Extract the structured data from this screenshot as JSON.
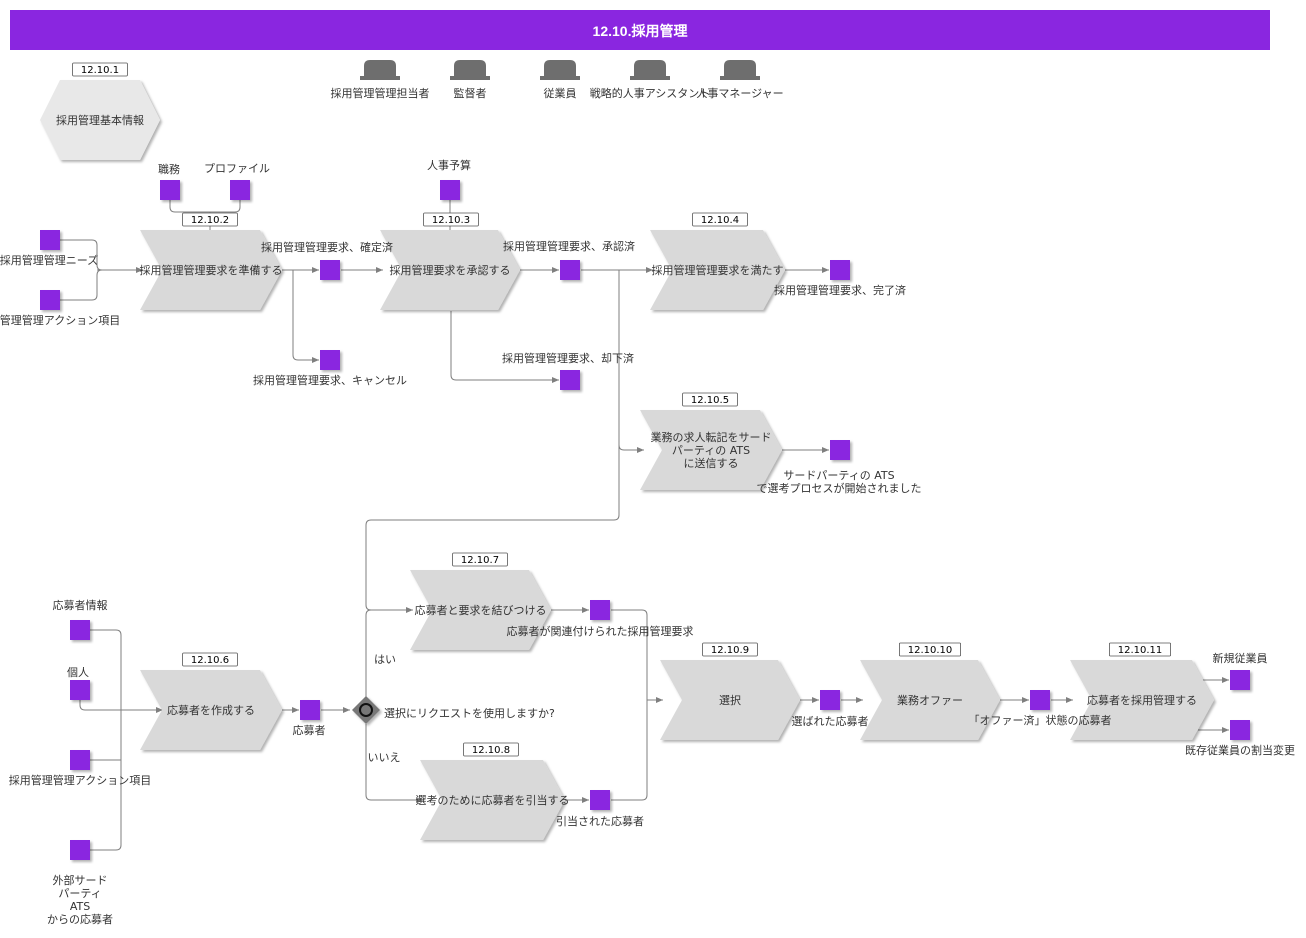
{
  "header": {
    "title": "12.10.採用管理"
  },
  "colors": {
    "header": "#8a26e0",
    "data_object": "#8a26e0",
    "process": "#d9d9d9",
    "hexagon": "#e8e8e8",
    "role": "#6e6e6e",
    "connector": "#7f7f7f"
  },
  "roles": [
    "採用管理管理担当者",
    "監督者",
    "従業員",
    "戦略的人事アシスタント",
    "人事マネージャー"
  ],
  "info": {
    "id": "12.10.1",
    "label": "採用管理基本情報"
  },
  "processes": [
    {
      "id": "12.10.2",
      "label": "採用管理管理要求を準備する"
    },
    {
      "id": "12.10.3",
      "label": "採用管理要求を承認する"
    },
    {
      "id": "12.10.4",
      "label": "採用管理管理要求を満たす"
    },
    {
      "id": "12.10.5",
      "label": "業務の求人転記をサードパーティの ATSに送信する",
      "lines": [
        "業務の求人転記をサード",
        "パーティの ATS",
        "に送信する"
      ]
    },
    {
      "id": "12.10.6",
      "label": "応募者を作成する"
    },
    {
      "id": "12.10.7",
      "label": "応募者と要求を結びつける"
    },
    {
      "id": "12.10.8",
      "label": "選考のために応募者を引当する"
    },
    {
      "id": "12.10.9",
      "label": "選択"
    },
    {
      "id": "12.10.10",
      "label": "業務オファー"
    },
    {
      "id": "12.10.11",
      "label": "応募者を採用管理する"
    }
  ],
  "data_objects": [
    {
      "key": "shokumu",
      "label": "職務"
    },
    {
      "key": "profile",
      "label": "プロファイル"
    },
    {
      "key": "budget",
      "label": "人事予算"
    },
    {
      "key": "needs",
      "label": "採用管理管理ニーズ"
    },
    {
      "key": "action1",
      "label": "管理管理アクション項目"
    },
    {
      "key": "confirmed",
      "label": "採用管理管理要求、確定済"
    },
    {
      "key": "cancelled",
      "label": "採用管理管理要求、キャンセル"
    },
    {
      "key": "approved",
      "label": "採用管理管理要求、承認済"
    },
    {
      "key": "rejected",
      "label": "採用管理管理要求、却下済"
    },
    {
      "key": "completed",
      "label": "採用管理管理要求、完了済"
    },
    {
      "key": "ats_started",
      "label": "サードパーティの ATS で選考プロセスが開始されました",
      "lines": [
        "サードパーティの ATS",
        "で選考プロセスが開始されました"
      ]
    },
    {
      "key": "applicant_info",
      "label": "応募者情報"
    },
    {
      "key": "individual",
      "label": "個人"
    },
    {
      "key": "action2",
      "label": "採用管理管理アクション項目"
    },
    {
      "key": "external",
      "label": "外部サードパーティATSからの応募者",
      "lines": [
        "外部サード",
        "パーティ",
        "ATS",
        "からの応募者"
      ]
    },
    {
      "key": "applicant",
      "label": "応募者"
    },
    {
      "key": "linked",
      "label": "応募者が関連付けられた採用管理要求"
    },
    {
      "key": "allocated",
      "label": "引当された応募者"
    },
    {
      "key": "selected",
      "label": "選ばれた応募者"
    },
    {
      "key": "offered",
      "label": "「オファー済」状態の応募者"
    },
    {
      "key": "new_employee",
      "label": "新規従業員"
    },
    {
      "key": "reassign",
      "label": "既存従業員の割当変更"
    }
  ],
  "gateway": {
    "label": "選択にリクエストを使用しますか?",
    "yes": "はい",
    "no": "いいえ"
  }
}
